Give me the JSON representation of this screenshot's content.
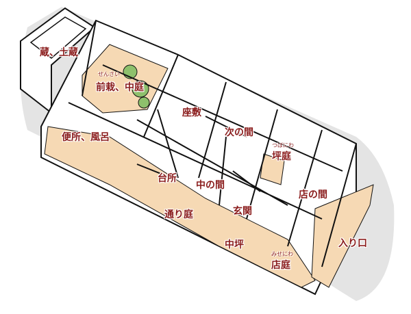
{
  "labels": {
    "kura": "蔵、土蔵",
    "senzai_ruby": "せんさい",
    "senzai": "前栽、中庭",
    "zashiki": "座敷",
    "tsugi": "次の間",
    "benjo": "便所、風呂",
    "tsubo_ruby": "つぼにわ",
    "tsubo": "坪庭",
    "daidokoro": "台所",
    "naka": "中の間",
    "mise": "店の間",
    "toori": "通り庭",
    "genkan": "玄関",
    "nakatsubo": "中坪",
    "iriguchi": "入り口",
    "miseniwa_ruby": "みせにわ",
    "miseniwa": "店庭"
  },
  "colors": {
    "label": "#8a1c1c",
    "floor": "#f6d9b4",
    "shadow": "#e4e4e4",
    "garden": "#8ec06c"
  }
}
